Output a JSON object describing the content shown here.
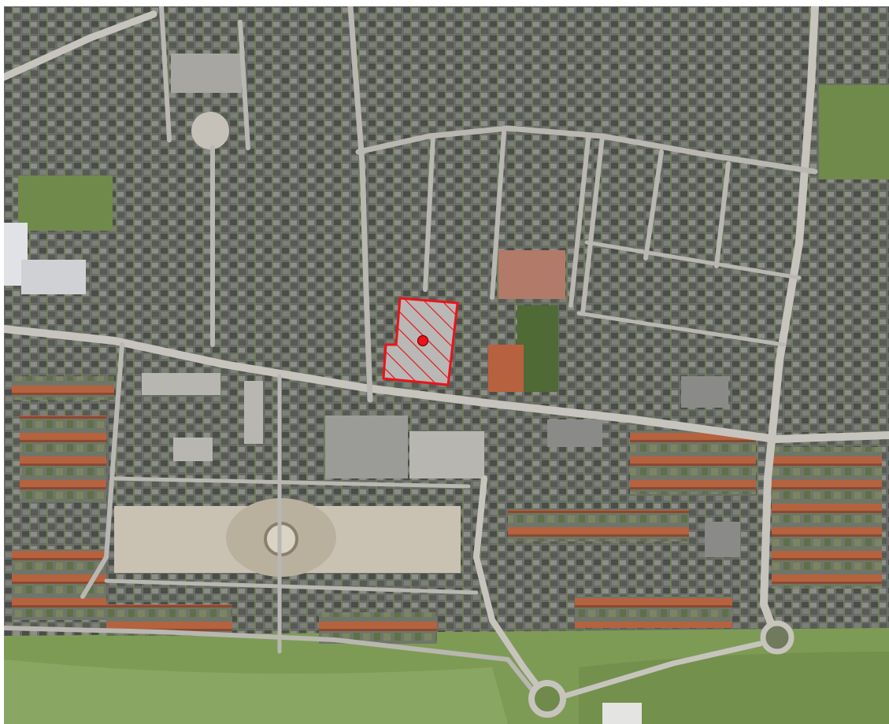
{
  "map": {
    "type": "aerial-imagery",
    "colors": {
      "site_outline": "#e8141b",
      "site_hatch": "#e8141b",
      "site_marker": "#e8141b",
      "park": "#7e9b56",
      "road": "#c7c4bd",
      "roof_red": "#b8613f",
      "built_up": "#6b6e66"
    },
    "markers": [
      {
        "icon": "location-dot-icon",
        "color": "#e8141b"
      }
    ],
    "overlays": [
      {
        "icon": "hatched-site-polygon",
        "style": "diagonal-hatch"
      }
    ]
  }
}
